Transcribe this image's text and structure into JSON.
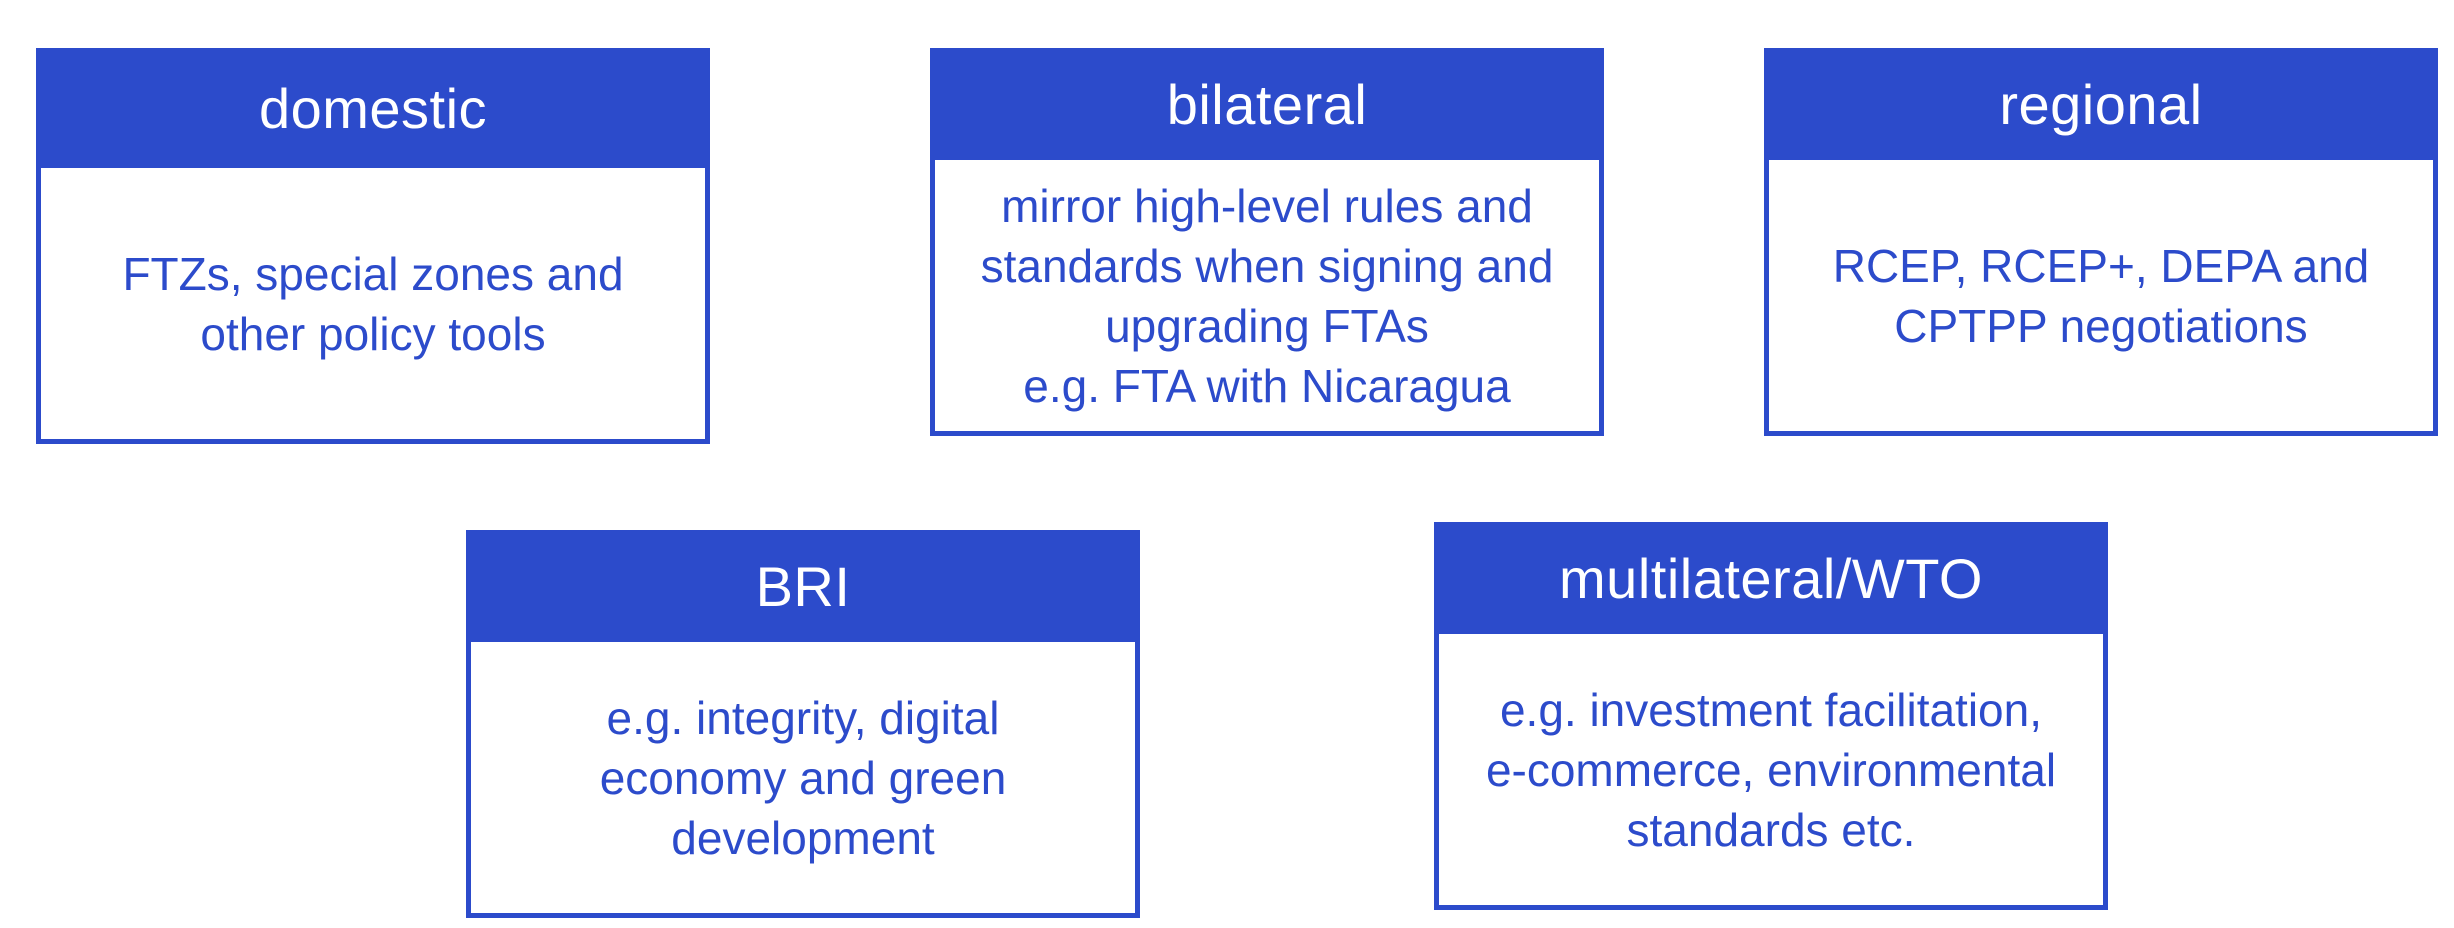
{
  "cards": [
    {
      "title": "domestic",
      "body": "FTZs, special zones and\nother policy tools"
    },
    {
      "title": "bilateral",
      "body": "mirror high-level rules and\nstandards when signing and\nupgrading FTAs\ne.g. FTA with Nicaragua"
    },
    {
      "title": "regional",
      "body": "RCEP, RCEP+, DEPA and\nCPTPP negotiations"
    },
    {
      "title": "BRI",
      "body": "e.g. integrity, digital\neconomy and green\ndevelopment"
    },
    {
      "title": "multilateral/WTO",
      "body": "e.g. investment facilitation,\ne-commerce, environmental\nstandards etc."
    }
  ],
  "colors": {
    "accent": "#2c4bcb",
    "header_text": "#ffffff",
    "background": "#ffffff"
  }
}
